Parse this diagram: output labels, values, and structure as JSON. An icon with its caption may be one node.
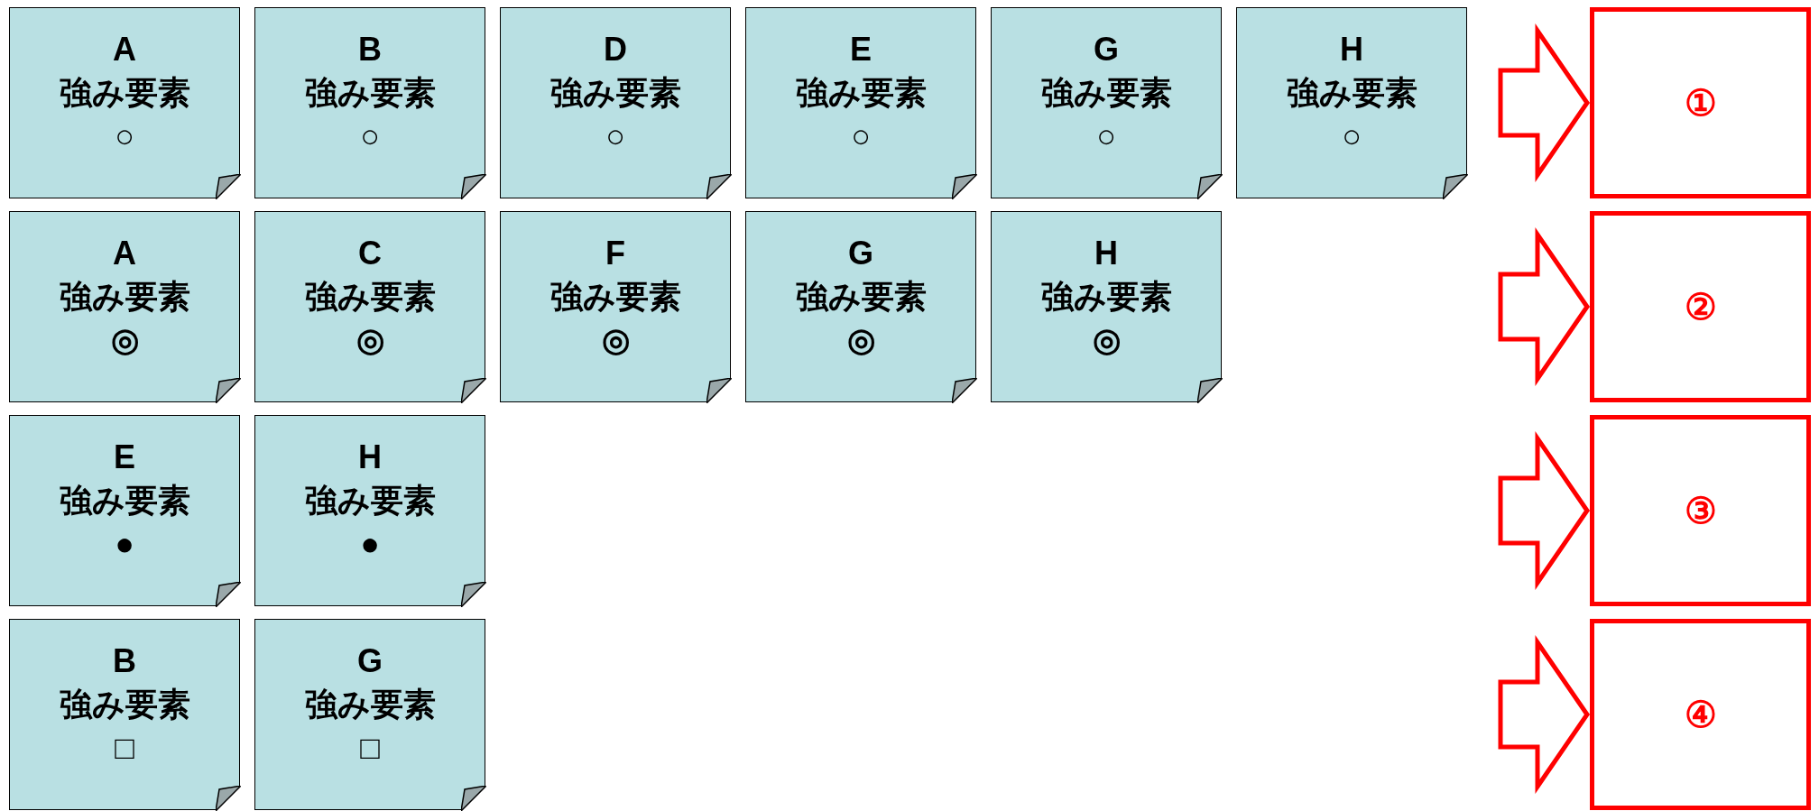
{
  "diagram": {
    "nodes": [
      {
        "text": [
          "A",
          "強み要素",
          "○"
        ]
      },
      {
        "text": [
          "B",
          "強み要素",
          "○"
        ]
      },
      {
        "text": [
          "D",
          "強み要素",
          "○"
        ]
      },
      {
        "text": [
          "E",
          "強み要素",
          "○"
        ]
      },
      {
        "text": [
          "G",
          "強み要素",
          "○"
        ]
      },
      {
        "text": [
          "H",
          "強み要素",
          "○"
        ]
      },
      {
        "text": [
          "①"
        ]
      },
      {
        "text": [
          "A",
          "強み要素",
          "◎"
        ]
      },
      {
        "text": [
          "C",
          "強み要素",
          "◎"
        ]
      },
      {
        "text": [
          "F",
          "強み要素",
          "◎"
        ]
      },
      {
        "text": [
          "G",
          "強み要素",
          "◎"
        ]
      },
      {
        "text": [
          "H",
          "強み要素",
          "◎"
        ]
      },
      {
        "text": [
          "②"
        ]
      },
      {
        "text": [
          "E",
          "強み要素",
          "●"
        ]
      },
      {
        "text": [
          "H",
          "強み要素",
          "●"
        ]
      },
      {
        "text": [
          "③"
        ]
      },
      {
        "text": [
          "B",
          "強み要素",
          "□"
        ]
      },
      {
        "text": [
          "G",
          "強み要素",
          "□"
        ]
      },
      {
        "text": [
          "④"
        ]
      }
    ],
    "edges": [
      {
        "from": null,
        "to": 6,
        "arrow": "to"
      },
      {
        "from": null,
        "to": 12,
        "arrow": "to"
      },
      {
        "from": null,
        "to": 15,
        "arrow": "to"
      },
      {
        "from": null,
        "to": 18,
        "arrow": "to"
      }
    ]
  }
}
